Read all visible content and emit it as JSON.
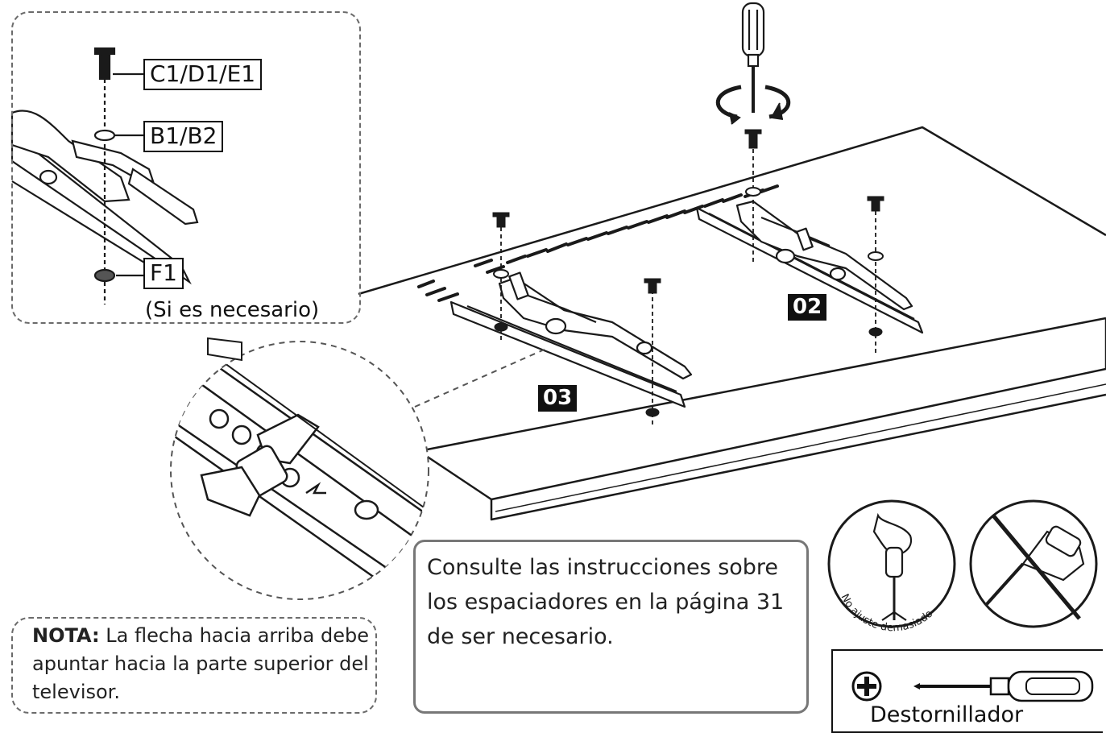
{
  "detail_inset": {
    "screw_label": "C1/D1/E1",
    "washer_label": "B1/B2",
    "nut_label": "F1",
    "nut_note": "(Si es necesario)"
  },
  "bracket_labels": {
    "right": "02",
    "left": "03"
  },
  "note": {
    "prefix": "NOTA:",
    "text": "La flecha hacia arriba debe apuntar hacia la parte superior del televisor."
  },
  "spacer_info": {
    "text": "Consulte las instrucciones sobre los espaciadores en la página 31 de ser necesario."
  },
  "torque_warning": {
    "text": "No ajuste demasiado"
  },
  "tool": {
    "caption": "Destornillador"
  },
  "colors": {
    "line": "#1a1a1a",
    "dash": "#6b6b6b",
    "badge_bg": "#111111",
    "box_border": "#777777"
  },
  "icons": [
    "screwdriver-icon",
    "rotation-arrows-icon",
    "phillips-plus-icon",
    "prohibited-power-drill-icon",
    "hand-screwdriver-icon"
  ]
}
